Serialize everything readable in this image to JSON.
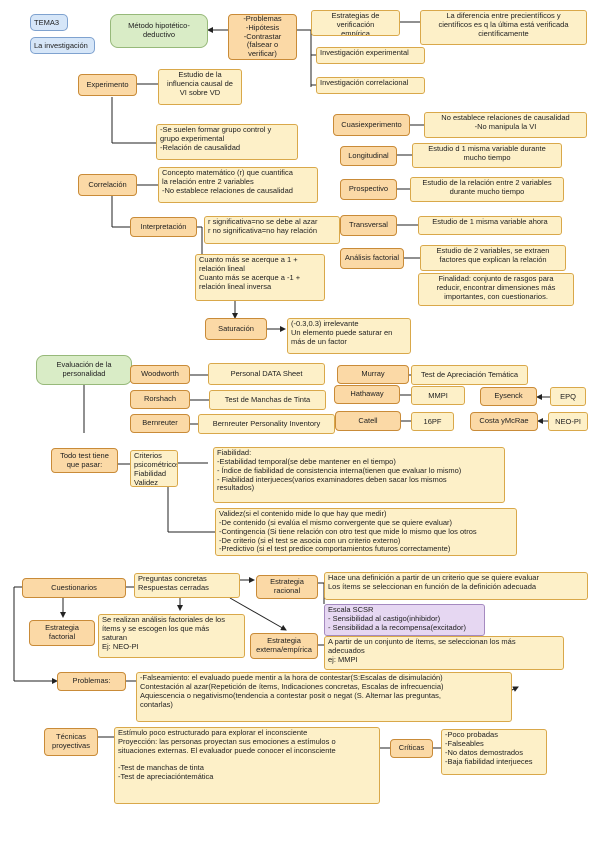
{
  "header": {
    "tema": "TEMA3",
    "subtitle": "La investigación"
  },
  "investigacion": {
    "metodo": "Método hipotético-\ndeductivo",
    "metodo_steps": "-Problemas\n-Hipótesis\n-Contrastar\n(falsear o verificar)",
    "estrategias": "Estrategias de verificación\nempírica",
    "estrategias_note": "La diferencia entre precientíficos y\ncientíficos es q la última está verificada\ncientíficamente",
    "inv_experimental": "Investigación experimental",
    "inv_correlacional": "Investigación correlacional",
    "experimento": "Experimento",
    "experimento_def": "Estudio de la\ninfluencia causal de\nVI sobre VD",
    "experimento_grupos": "-Se suelen formar grupo control y\ngrupo experimental\n-Relación de causalidad",
    "cuasiexperimento": "Cuasiexperimento",
    "cuasi_def": "No establece relaciones de causalidad\n-No manipula la VI",
    "longitudinal": "Longitudinal",
    "longitudinal_def": "Estudio d 1 misma variable durante\nmucho tiempo",
    "prospectivo": "Prospectivo",
    "prospectivo_def": "Estudio de la relación entre 2 variables\ndurante mucho tiempo",
    "transversal": "Transversal",
    "transversal_def": "Estudio de 1 misma variable ahora",
    "factorial": "Análisis factorial",
    "factorial_def": "Estudio de 2 variables, se extraen\nfactores que explican la relación",
    "factorial_fin": "Finalidad: conjunto de rasgos para\nreducir, encontrar dimensiones más\nimportantes, con cuestionarios.",
    "correlacion": "Correlación",
    "correlacion_def": "Concepto matemático (r) que cuantifica\nla relación entre 2 variables\n-No establece relaciones de causalidad",
    "interpretacion": "Interpretación",
    "significativa": "r significativa=no se debe al azar\nr no significativa=no hay relación",
    "lineal": "Cuanto más se acerque a 1 +\nrelación lineal\nCuanto más se acerque a -1 +\nrelación lineal inversa",
    "saturacion": "Saturación",
    "saturacion_def": "(-0.3,0.3) irrelevante\nUn elemento puede saturar en\nmás de un factor"
  },
  "tests": {
    "evaluacion": "Evaluación de la\npersonalidad",
    "woodworth": "Woodworth",
    "woodworth_test": "Personal DATA Sheet",
    "rorshach": "Rorshach",
    "rorshach_test": "Test de Manchas de Tinta",
    "bernreuter": "Bernreuter",
    "bernreuter_test": "Bernreuter Personality Inventory",
    "murray": "Murray",
    "murray_test": "Test de Apreciación Temática",
    "hathaway": "Hathaway",
    "hathaway_test": "MMPI",
    "catell": "Catell",
    "catell_test": "16PF",
    "eysenck": "Eysenck",
    "eysenck_test": "EPQ",
    "costa": "Costa yMcRae",
    "costa_test": "NEO-PI"
  },
  "criterios": {
    "todo_test": "Todo test tiene\nque pasar:",
    "criterios": "Criterios\npsicométricos:\nFiabilidad\nValidez",
    "fiabilidad": "Fiabilidad:\n-Estabilidad temporal(se debe mantener en el tiempo)\n- Índice de fiabilidad de consistencia interna(tienen que evaluar lo mismo)\n- Fiabilidad interjueces(varios examinadores deben sacar los mismos\nresultados)",
    "validez": "Validez(si el contenido mide lo que hay que medir)\n-De contenido (si evalúa el mismo convergente que se quiere evaluar)\n-Contingencia (Si tiene relación con otro test que mide lo mismo que los otros\n-De criterio (si el test se asocia con un criterio externo)\n-Predictivo (si el test predice comportamientos futuros correctamente)"
  },
  "cuestionarios": {
    "cuestionarios": "Cuestionarios",
    "preguntas": "Preguntas concretas\nRespuestas cerradas",
    "racional": "Estrategia\nracional",
    "racional_def": "Hace una definición a partir de un criterio que se quiere evaluar\nLos ítems se seleccionan en función de la definición adecuada",
    "escala": "Escala SCSR\n- Sensibilidad al castigo(inhibidor)\n- Sensibilidad a la recompensa(excitador)",
    "factorial": "Estrategia\nfactorial",
    "factorial_def": "Se realizan análisis factoriales de los\nítems y se escogen los que más\nsaturan\nEj: NEO-PI",
    "externa": "Estrategia\nexterna/empírica",
    "externa_def": "A partir de un conjunto de ítems, se seleccionan los más\nadecuados\nej: MMPI",
    "problemas": "Problemas:",
    "problemas_def": "-Falseamiento: el evaluado puede mentir a la hora de contestar(S:Escalas de disimulación)\nContestación al azar(Repetición de ítems, Indicaciones concretas, Escalas de infrecuencia)\nAquiescencia o negativismo(tendencia a contestar posit o negat (S. Alternar las preguntas,\ncontarlas)"
  },
  "proyectivas": {
    "tecnicas": "Técnicas\nproyectivas",
    "def": "Estímulo poco estructurado para explorar el inconsciente\nProyección: las personas proyectan sus emociones a estímulos o\nsituaciones externas. El evaluador puede conocer el inconsciente\n\n-Test de manchas de tinta\n-Test de apreciacióntemática",
    "criticas": "Críticas",
    "criticas_list": "-Poco probadas\n-Falseables\n-No datos demostrados\n-Baja fiabilidad interjueces"
  },
  "colors": {
    "orange": "#fbd9a6",
    "yellow": "#fdf0c8",
    "green": "#d9ecc6",
    "blue": "#d6e6f8",
    "purple": "#e6d7f2"
  }
}
